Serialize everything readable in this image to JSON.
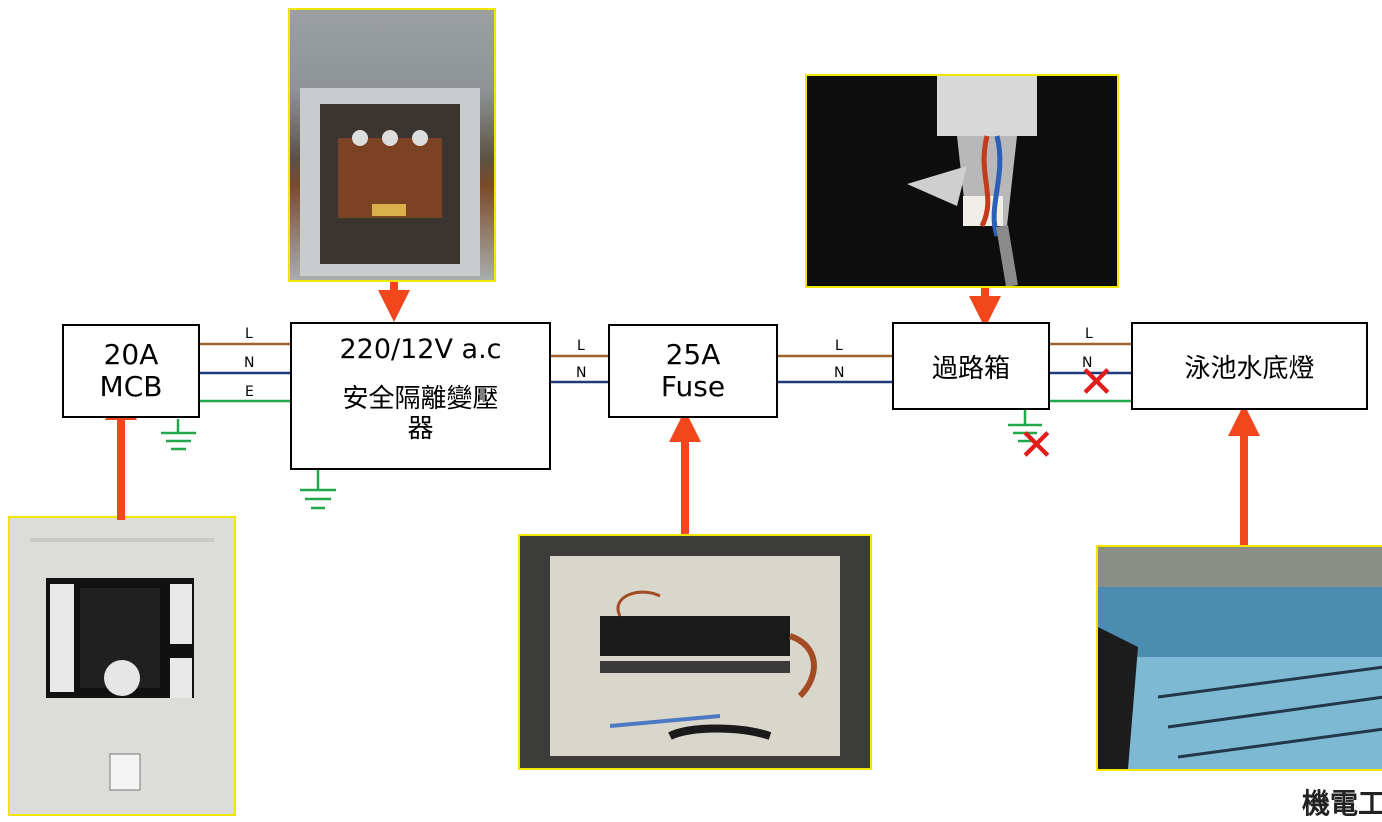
{
  "boxes": {
    "mcb": {
      "line1": "20A",
      "line2": "MCB"
    },
    "transformer": {
      "line1": "220/12V a.c",
      "line2": "安全隔離變壓",
      "line3": "器"
    },
    "fuse": {
      "line1": "25A",
      "line2": "Fuse"
    },
    "junction": {
      "label": "過路箱"
    },
    "pool_light": {
      "label": "泳池水底燈"
    }
  },
  "wires": {
    "live": "L",
    "neutral": "N",
    "earth": "E"
  },
  "marks": {
    "cross": "✕"
  },
  "footer": {
    "text": "機電工"
  },
  "colors": {
    "live_wire": "#a0622d",
    "neutral_wire": "#1f3a7a",
    "earth_wire": "#22a84a",
    "arrow": "#f2461c",
    "photo_border": "#f2e600",
    "cross": "#e21b1b"
  }
}
